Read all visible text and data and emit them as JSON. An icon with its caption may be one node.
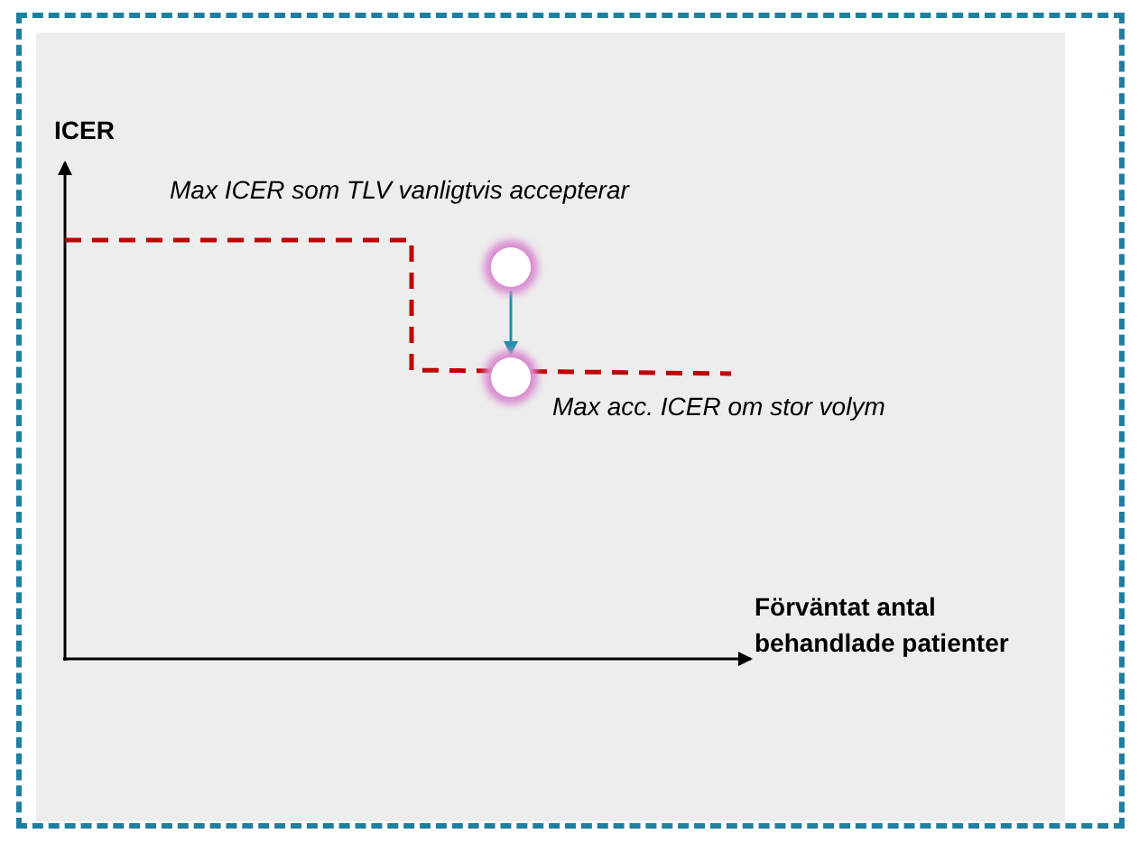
{
  "diagram": {
    "nodes": [
      {
        "text": [],
        "shape": "circle",
        "beside": [
          "Max ICER som TLV vanligtvis accepterar"
        ]
      },
      {
        "text": [],
        "shape": "circle",
        "beside": [
          "Max acc. ICER om stor volym"
        ]
      }
    ],
    "edges": [
      {
        "from": 0,
        "to": 1,
        "arrow": "to"
      }
    ],
    "labels": [
      "ICER",
      "Förväntat antal behandlade patienter"
    ]
  }
}
